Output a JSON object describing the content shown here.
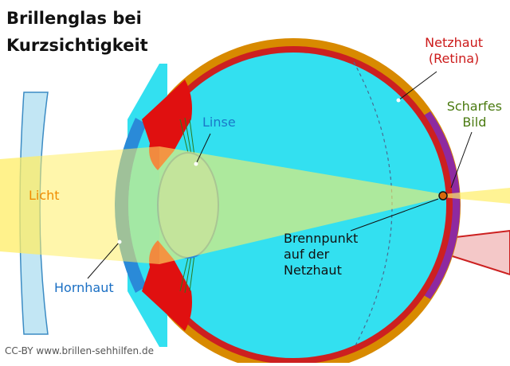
{
  "title": [
    "Brillenglas bei",
    "Kurzsichtigkeit"
  ],
  "labels": {
    "netzhaut": [
      "Netzhaut",
      "(Retina)"
    ],
    "scharfes_bild": [
      "Scharfes",
      "Bild"
    ],
    "linse": "Linse",
    "licht": "Licht",
    "brennpunkt": [
      "Brennpunkt",
      "auf der",
      "Netzhaut"
    ],
    "hornhaut": "Hornhaut"
  },
  "credit": "CC-BY www.brillen-sehhilfen.de",
  "colors": {
    "netzhaut_label": "#cc1a1a",
    "scharfes_label": "#4a7a10",
    "linse_label": "#1a78c8",
    "licht_label": "#f08c00",
    "hornhaut_label": "#1a6fc4",
    "vitreous": "#33e0f0",
    "sclera": "#d88a00",
    "retina": "#cc2020",
    "choroid": "#8e2aa0",
    "cornea": "#2a8ad8",
    "light_beam": "#ffee66",
    "spectacle_lens": "#c2e6f4"
  }
}
